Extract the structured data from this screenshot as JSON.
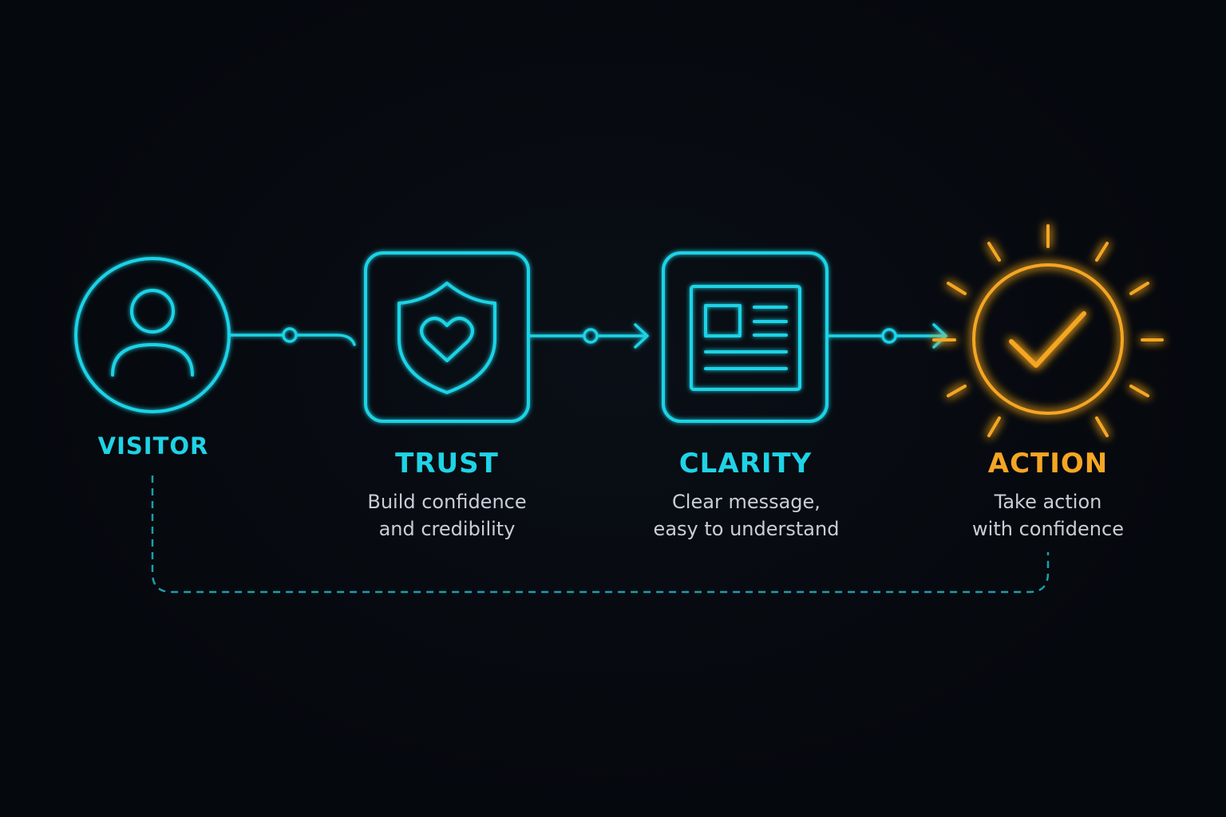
{
  "colors": {
    "cyan": "#1fd3e6",
    "amber": "#f5a623",
    "text_muted": "#c9ced6",
    "background": "#05080d"
  },
  "steps": [
    {
      "id": "visitor",
      "title": "VISITOR",
      "icon": "user-icon",
      "color": "#1fd3e6"
    },
    {
      "id": "trust",
      "title": "TRUST",
      "icon": "shield-heart-icon",
      "color": "#1fd3e6",
      "desc": [
        "Build confidence",
        "and credibility"
      ]
    },
    {
      "id": "clarity",
      "title": "CLARITY",
      "icon": "document-icon",
      "color": "#1fd3e6",
      "desc": [
        "Clear message,",
        "easy to understand"
      ]
    },
    {
      "id": "action",
      "title": "ACTION",
      "icon": "checkmark-sun-icon",
      "color": "#f5a623",
      "desc": [
        "Take action",
        "with confidence"
      ]
    }
  ]
}
